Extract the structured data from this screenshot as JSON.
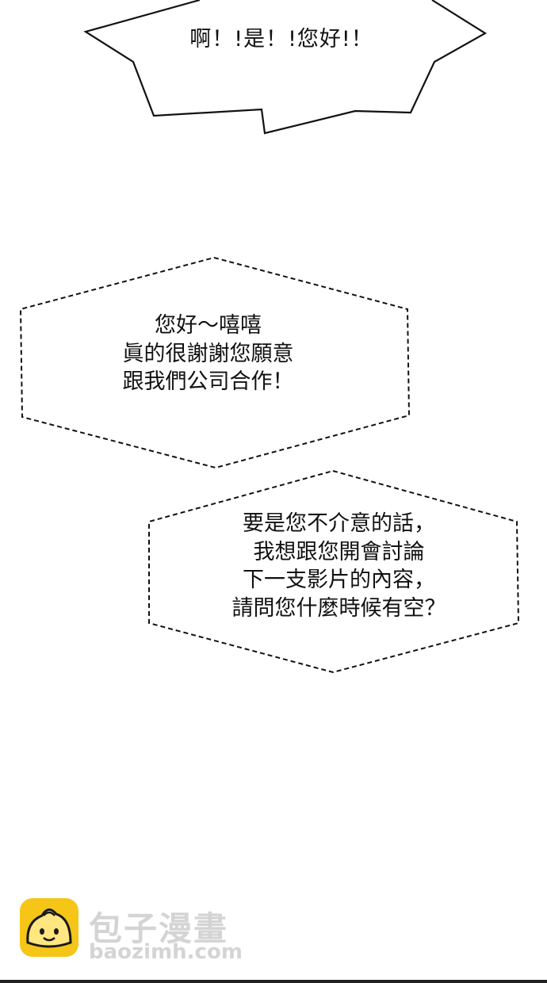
{
  "panel": {
    "shout_bubble": {
      "lines": [
        "啊！!是！!您好!！"
      ]
    },
    "dialog_bubble_1": {
      "lines": [
        "您好～嘻嘻",
        "眞的很謝謝您願意",
        "跟我們公司合作！"
      ]
    },
    "dialog_bubble_2": {
      "lines": [
        "要是您不介意的話，",
        "我想跟您開會討論",
        "下一支影片的內容，",
        "請問您什麼時候有空？"
      ]
    }
  },
  "watermark": {
    "logo_icon": "bun-mascot-icon",
    "title": "包子漫畫",
    "url": "baozimh.com",
    "colors": {
      "logo_bg": "#f5c518",
      "text": "#d4d4d4"
    }
  }
}
